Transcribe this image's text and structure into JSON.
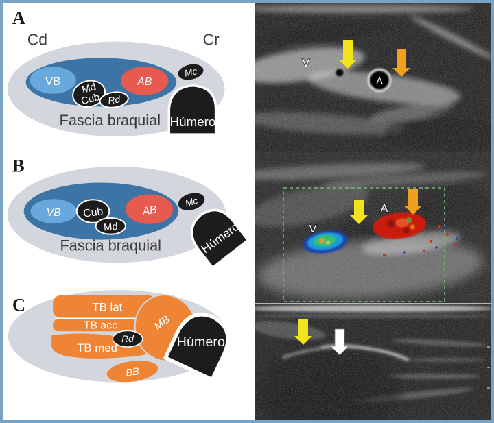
{
  "diagrams": {
    "a": {
      "label": "A",
      "cd": "Cd",
      "cr": "Cr",
      "vb": "VB",
      "md": "Md",
      "cub": "Cub",
      "rd": "Rd",
      "ab": "AB",
      "mc": "Mc",
      "fascia": "Fascia braquial",
      "humero": "Húmero"
    },
    "b": {
      "label": "B",
      "vb": "VB",
      "cub": "Cub",
      "md": "Md",
      "ab": "AB",
      "mc": "Mc",
      "fascia": "Fascia braquial",
      "humero": "Húmero"
    },
    "c": {
      "label": "C",
      "tb_lat": "TB lat",
      "tb_acc": "TB acc",
      "tb_med": "TB med",
      "bb": "BB",
      "mb": "MB",
      "rd": "Rd",
      "humero": "Húmero"
    }
  },
  "ultrasound": {
    "top": {
      "vein": "V",
      "artery": "A",
      "left_arrow_icon": "yellow-down-arrow",
      "right_arrow_icon": "orange-down-arrow"
    },
    "middle": {
      "vein": "V",
      "artery": "A",
      "left_arrow_icon": "yellow-down-arrow",
      "right_arrow_icon": "orange-down-arrow"
    },
    "bottom": {
      "left_arrow_icon": "yellow-down-arrow",
      "right_arrow_icon": "white-down-arrow"
    }
  },
  "colors": {
    "frame": "#7aa2c3",
    "fascia_gray": "#d4d6dd",
    "compartment_blue": "#3d74a6",
    "vein_blue": "#68a8dc",
    "artery_red": "#e65a50",
    "muscle_orange": "#ee8434",
    "structure_black": "#1c1c1c",
    "arrow_yellow": "#f2e41c",
    "arrow_orange": "#efa01e",
    "arrow_white": "#ffffff",
    "doppler_box_green": "#74b874",
    "doppler_vein_fill": "#1e9cd8",
    "doppler_artery_fill": "#c91d10"
  }
}
